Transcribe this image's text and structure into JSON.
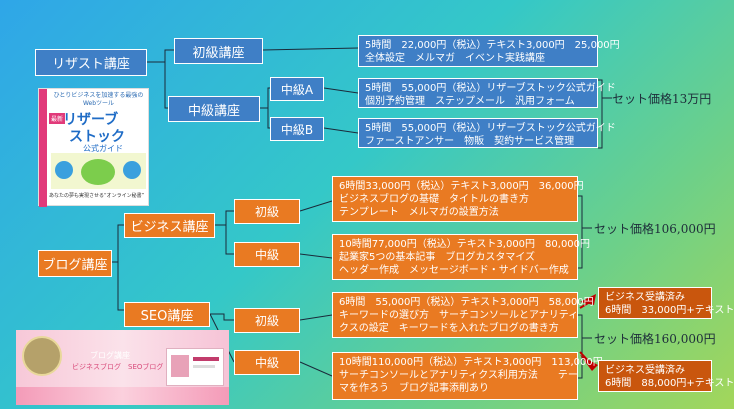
{
  "resist": {
    "root": "リザスト講座",
    "beginner": "初級講座",
    "intermediate": "中級講座",
    "midA": "中級A",
    "midB": "中級B",
    "beginner_detail": [
      "5時間　22,000円（税込）テキスト3,000円　25,000円",
      "全体設定　メルマガ　イベント実践講座"
    ],
    "midA_detail": [
      "5時間　55,000円（税込）リザーブストック公式ガイド",
      "個別予約管理　ステップメール　汎用フォーム"
    ],
    "midB_detail": [
      "5時間　55,000円（税込）リザーブストック公式ガイド",
      "ファーストアンサー　物販　契約サービス管理"
    ],
    "set_price": "セット価格13万円"
  },
  "book": {
    "tagline": "ひとりビジネスを加速する最強のWebツール",
    "title_line1": "リザーブ",
    "title_line2": "ストック",
    "subtitle": "公式ガイド",
    "badge": "最新",
    "footer": "あなたの夢も実現させる“オンライン秘書”"
  },
  "blog": {
    "root": "ブログ講座",
    "business": "ビジネス講座",
    "seo": "SEO講座",
    "biz_beginner": "初級",
    "biz_intermediate": "中級",
    "seo_beginner": "初級",
    "seo_intermediate": "中級",
    "biz_beginner_detail": [
      "6時間33,000円（税込）テキスト3,000円　36,000円",
      "ビジネスブログの基礎　タイトルの書き方",
      "テンプレート　メルマガの設置方法"
    ],
    "biz_intermediate_detail": [
      "10時間77,000円（税込）テキスト3,000円　80,000円",
      "起業家5つの基本記事　ブログカスタマイズ",
      "ヘッダー作成　メッセージボード・サイドバー作成"
    ],
    "seo_beginner_detail": [
      "6時間　55,000円（税込）テキスト3,000円　58,000円",
      "キーワードの選び方　サーチコンソールとアナリティ",
      "クスの設定　キーワードを入れたブログの書き方"
    ],
    "seo_intermediate_detail": [
      "10時間110,000円（税込）テキスト3,000円　113,000円",
      "サーチコンソールとアナリティクス利用方法　　テー",
      "マを作ろう　ブログ記事添削あり"
    ],
    "business_set_price": "セット価格106,000円",
    "seo_set_price": "セット価格160,000円",
    "seo_beginner_discount": [
      "ビジネス受講済み",
      "6時間　33,000円+テキスト"
    ],
    "seo_intermediate_discount": [
      "ビジネス受講済み",
      "6時間　88,000円+テキスト"
    ]
  },
  "banner": {
    "label": "ブログ講座",
    "sub": "ビジネスブログ　SEOブログ"
  }
}
